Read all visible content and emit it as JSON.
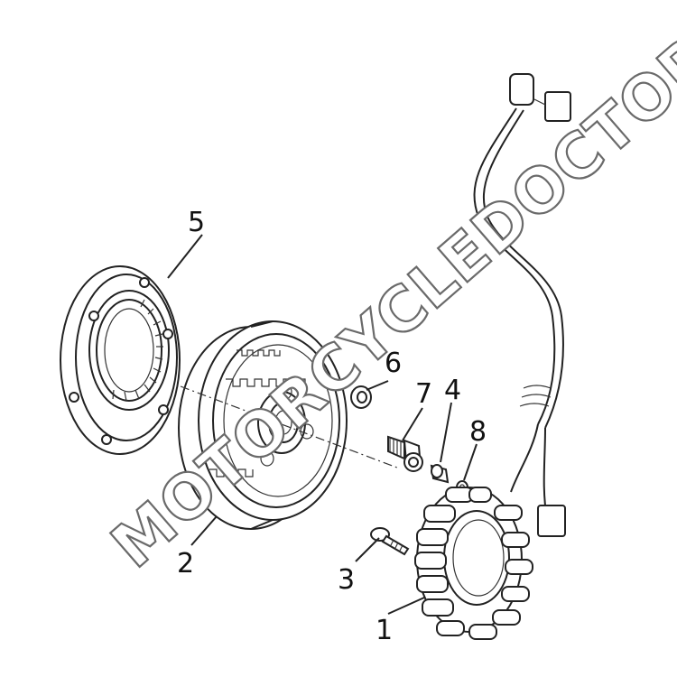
{
  "diagram": {
    "part_labels": [
      {
        "number": "1"
      },
      {
        "number": "2"
      },
      {
        "number": "3"
      },
      {
        "number": "4"
      },
      {
        "number": "5"
      },
      {
        "number": "6"
      },
      {
        "number": "7"
      },
      {
        "number": "8"
      }
    ],
    "watermark": "MOTORCYCLEDOCTOR"
  }
}
